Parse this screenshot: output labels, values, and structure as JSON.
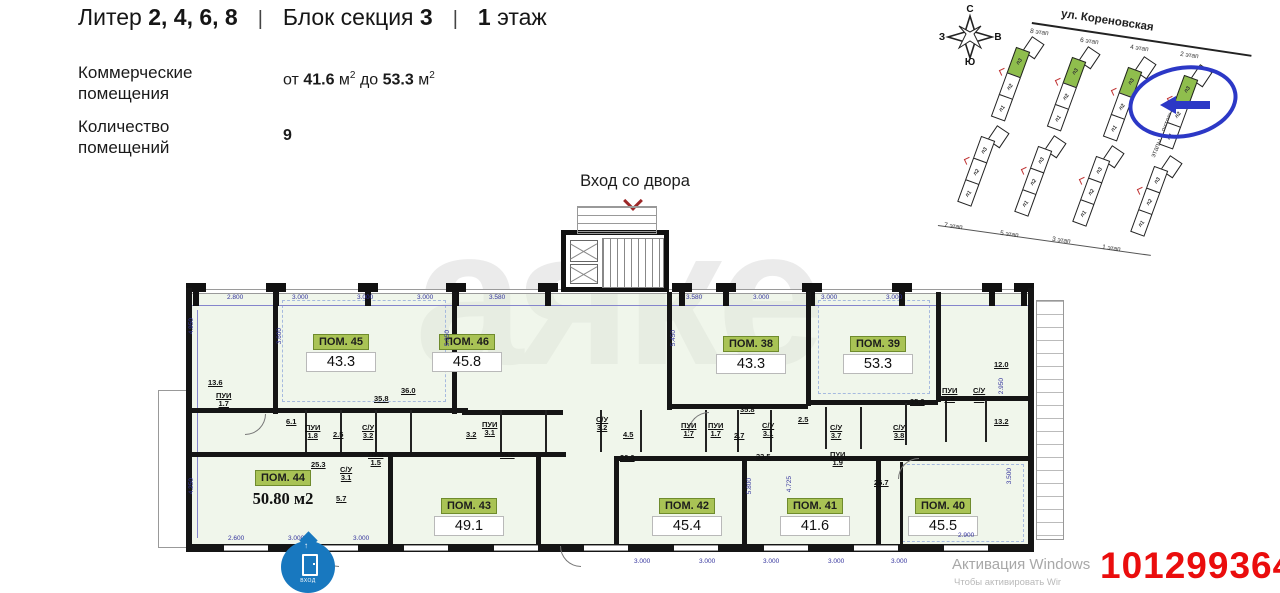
{
  "header": {
    "brand_prefix": "Литер",
    "brand_numbers": "2, 4, 6, 8",
    "separator": "|",
    "section_label": "Блок секция",
    "section_number": "3",
    "floor_number": "1",
    "floor_suffix": "этаж"
  },
  "specs": {
    "rows": [
      {
        "label_line1": "Коммерческие",
        "label_line2": "помещения"
      },
      {
        "label_line1": "Количество",
        "label_line2": "помещений"
      }
    ],
    "range": {
      "from_word": "от",
      "min": "41.6",
      "to_word": "до",
      "max": "53.3",
      "unit": "м",
      "unit_sup": "2"
    },
    "count_value": "9"
  },
  "entrance_note": {
    "label": "Вход со двора"
  },
  "site_map": {
    "street_name": "ул. Кореновская",
    "compass": {
      "north": "С",
      "south": "Ю",
      "west": "З",
      "east": "В"
    },
    "stages_top": [
      "8 этап",
      "6 этап",
      "4 этап",
      "2 этап"
    ],
    "stages_bottom": [
      "7 этап",
      "5 этап",
      "3 этап",
      "1 этап"
    ],
    "segment_labels": [
      "л3",
      "л2",
      "л1"
    ],
    "legend": "этапы + литеры",
    "highlight_color": "#2c38c6",
    "building_color": "#8fbe4d"
  },
  "plan": {
    "watermark": "аяке",
    "room_header_color": "#a9c355",
    "rooms": [
      {
        "name": "ПОМ. 45",
        "area": "43.3"
      },
      {
        "name": "ПОМ. 46",
        "area": "45.8"
      },
      {
        "name": "ПОМ. 38",
        "area": "43.3"
      },
      {
        "name": "ПОМ. 39",
        "area": "53.3"
      },
      {
        "name": "ПОМ. 44",
        "area": "50.80 м2"
      },
      {
        "name": "ПОМ. 43",
        "area": "49.1"
      },
      {
        "name": "ПОМ. 42",
        "area": "45.4"
      },
      {
        "name": "ПОМ. 41",
        "area": "41.6"
      },
      {
        "name": "ПОМ. 40",
        "area": "45.5"
      }
    ],
    "utilities": [
      {
        "a": "13.6"
      },
      {
        "n": "ПУИ",
        "a": "1.7"
      },
      {
        "a": "6.1"
      },
      {
        "n": "ПУИ",
        "a": "1.8"
      },
      {
        "a": "2.5"
      },
      {
        "n": "С/У",
        "a": "3.2"
      },
      {
        "a": "35.8"
      },
      {
        "a": "36.0"
      },
      {
        "a": "25.3"
      },
      {
        "n": "С/У",
        "a": "3.1"
      },
      {
        "n": "ПУИ",
        "a": "1.5"
      },
      {
        "a": "5.7"
      },
      {
        "a": "3.2"
      },
      {
        "n": "ПУИ",
        "a": "3.1"
      },
      {
        "a": "35.8"
      },
      {
        "n": "С/У",
        "a": "3.2"
      },
      {
        "a": "4.5"
      },
      {
        "a": "36.0"
      },
      {
        "n": "ПУИ",
        "a": "1.7"
      },
      {
        "n": "ПУИ",
        "a": "1.7"
      },
      {
        "a": "2.7"
      },
      {
        "n": "С/У",
        "a": "3.1"
      },
      {
        "a": "2.5"
      },
      {
        "a": "33.5"
      },
      {
        "a": "35.8"
      },
      {
        "n": "С/У",
        "a": "3.7"
      },
      {
        "n": "С/У",
        "a": "3.8"
      },
      {
        "n": "ПУИ",
        "a": "1.9"
      },
      {
        "a": "26.7"
      },
      {
        "a": "35.9"
      },
      {
        "n": "ПУИ",
        "a": "1.8"
      },
      {
        "n": "С/У",
        "a": "3.8"
      },
      {
        "a": "12.0"
      },
      {
        "a": "13.2"
      }
    ],
    "dims": {
      "top": [
        "2.800",
        "3.000",
        "3.000",
        "3.000",
        "3.580",
        "3.580",
        "3.000",
        "3.000",
        "3.000"
      ],
      "bottom_left": [
        "2.600",
        "3.000",
        "3.000"
      ],
      "bottom_right": [
        "3.000",
        "3.000",
        "3.000",
        "3.000",
        "3.000"
      ],
      "bottom_extra": "2.900",
      "vertical": [
        "4.950",
        "3.600",
        "5.950",
        "5.450",
        "5.800",
        "4.725",
        "2.950",
        "3.500",
        "4.250"
      ]
    },
    "entrance_marker_label": "ВХОД"
  },
  "overlay": {
    "line1": "Активация Windows",
    "line2": "Чтобы активировать Wir",
    "listing_id": "1012993644"
  }
}
